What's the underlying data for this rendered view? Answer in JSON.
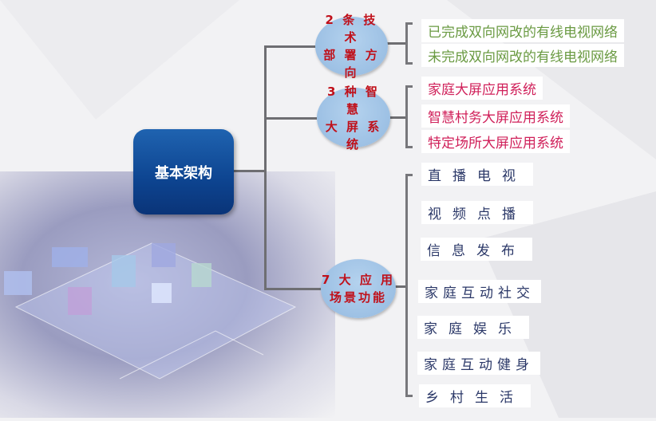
{
  "root": {
    "label": "基本架构"
  },
  "branches": [
    {
      "label_line1": "2 条 技 术",
      "label_line2": "部 署 方 向",
      "items": [
        "已完成双向网改的有线电视网络",
        "未完成双向网改的有线电视网络"
      ]
    },
    {
      "label_line1": "3 种 智 慧",
      "label_line2": "大 屏 系 统",
      "items": [
        "家庭大屏应用系统",
        "智慧村务大屏应用系统",
        "特定场所大屏应用系统"
      ]
    },
    {
      "label_line1": "7 大 应 用",
      "label_line2": "场景功能",
      "items": [
        "直播电视",
        "视频点播",
        "信息发布",
        "家庭互动社交",
        "家庭娱乐",
        "家庭互动健身",
        "乡村生活"
      ]
    }
  ],
  "colors": {
    "root": "#0d4490",
    "branch_text": "#c0101a",
    "group1": "#6a9a42",
    "group2": "#d0205a",
    "group3": "#2b3868"
  }
}
